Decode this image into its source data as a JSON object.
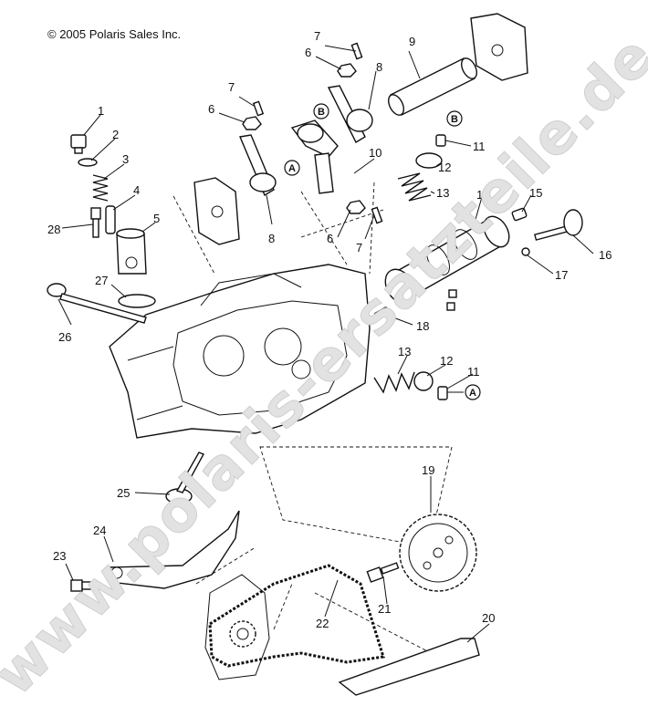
{
  "copyright": "© 2005 Polaris Sales Inc.",
  "watermark": "www.polaris-ersatzteile.de",
  "labels": {
    "n1": "1",
    "n2": "2",
    "n3": "3",
    "n4": "4",
    "n5": "5",
    "n6a": "6",
    "n6b": "6",
    "n6c": "6",
    "n7a": "7",
    "n7b": "7",
    "n7c": "7",
    "n8a": "8",
    "n8b": "8",
    "n9": "9",
    "n10": "10",
    "n11a": "11",
    "n11b": "11",
    "n12a": "12",
    "n12b": "12",
    "n13a": "13",
    "n13b": "13",
    "n14": "14",
    "n15": "15",
    "n16": "16",
    "n17": "17",
    "n18": "18",
    "n19": "19",
    "n20": "20",
    "n21": "21",
    "n22": "22",
    "n23": "23",
    "n24": "24",
    "n25": "25",
    "n26": "26",
    "n27": "27",
    "n28": "28"
  },
  "markers": {
    "a1": "A",
    "a2": "A",
    "b1": "B",
    "b2": "B"
  }
}
